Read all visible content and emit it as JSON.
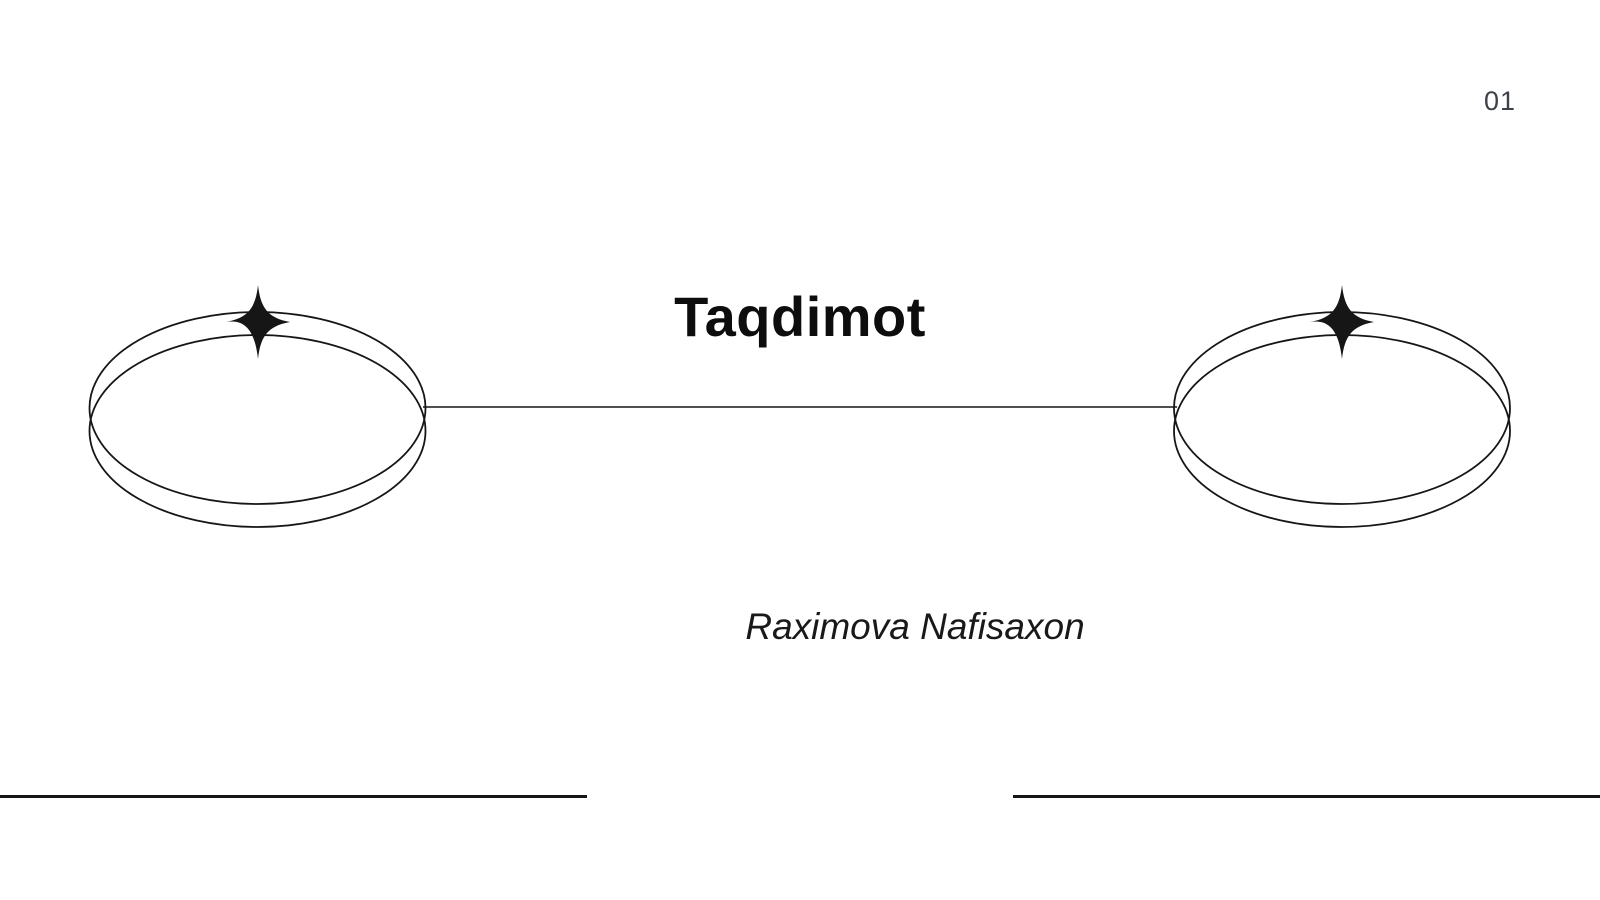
{
  "slide": {
    "page_number": "01",
    "title": "Taqdimot",
    "author": "Raximova Nafisaxon"
  },
  "colors": {
    "background": "#ffffff",
    "ink": "#161616",
    "page_number_color": "#3d4249",
    "title_color": "#0d0d0d"
  },
  "icons": {
    "left_ornament": "sparkle-icon",
    "right_ornament": "sparkle-icon"
  }
}
